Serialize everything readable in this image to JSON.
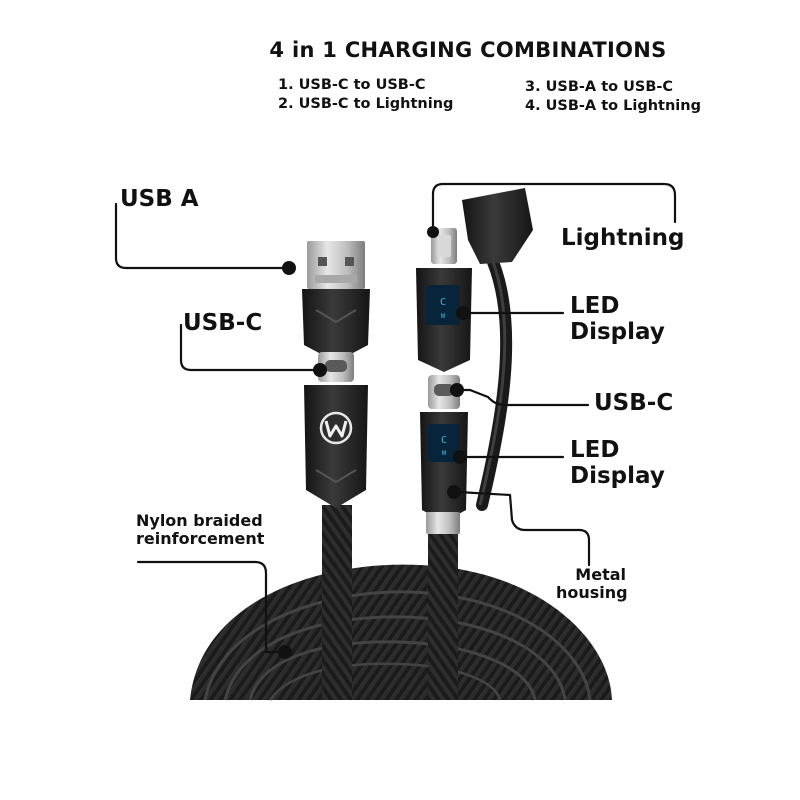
{
  "header": {
    "title": "4 in 1 CHARGING COMBINATIONS",
    "combinations_left": [
      "1. USB-C to USB-C",
      "2. USB-C to Lightning"
    ],
    "combinations_right": [
      "3. USB-A to USB-C",
      "4. USB-A to Lightning"
    ]
  },
  "callouts": {
    "usb_a": "USB A",
    "usb_c_left": "USB-C",
    "nylon_line1": "Nylon braided",
    "nylon_line2": "reinforcement",
    "lightning": "Lightning",
    "led_display_top_line1": "LED",
    "led_display_top_line2": "Display",
    "usb_c_right": "USB-C",
    "led_display_bottom_line1": "LED",
    "led_display_bottom_line2": "Display",
    "metal_line1": "Metal",
    "metal_line2": "housing"
  },
  "colors": {
    "cable": "#1b1b1b",
    "connector_body": "#2a2a2a",
    "metal": "#c8c8c8",
    "led_screen": "#08243a",
    "led_digits": "#3fb6e8",
    "leader_line": "#111111"
  },
  "icons": {
    "brand_logo": "w-logo-icon"
  }
}
